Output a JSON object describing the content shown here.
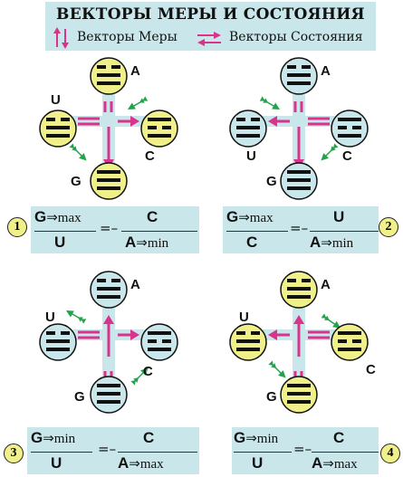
{
  "header": {
    "title": "ВЕКТОРЫ МЕРЫ И СОСТОЯНИЯ",
    "legend_measure": "Векторы Меры",
    "legend_state": "Векторы Состояния"
  },
  "colors": {
    "yellow_node": "#f0f08a",
    "blue_node": "#c9e6ea",
    "magenta_arrow": "#d9338c",
    "green_arrow": "#22a24a",
    "header_bg": "#c9e6ea"
  },
  "node_labels": {
    "a": "A",
    "u": "U",
    "c": "C",
    "g": "G"
  },
  "panels": [
    {
      "badge": "1",
      "num": {
        "sym": "G",
        "rel": "⇒max"
      },
      "den": {
        "sym": "U",
        "rel": ""
      },
      "eq": "=–",
      "rnum": {
        "sym": "C",
        "rel": ""
      },
      "rden": {
        "sym": "A",
        "rel": "⇒min"
      }
    },
    {
      "badge": "2",
      "num": {
        "sym": "G",
        "rel": "⇒max"
      },
      "den": {
        "sym": "C",
        "rel": ""
      },
      "eq": "=–",
      "rnum": {
        "sym": "U",
        "rel": ""
      },
      "rden": {
        "sym": "A",
        "rel": "⇒min"
      }
    },
    {
      "badge": "3",
      "num": {
        "sym": "G",
        "rel": "⇒min"
      },
      "den": {
        "sym": "U",
        "rel": ""
      },
      "eq": "=–",
      "rnum": {
        "sym": "C",
        "rel": ""
      },
      "rden": {
        "sym": "A",
        "rel": "⇒max"
      }
    },
    {
      "badge": "4",
      "num": {
        "sym": "G",
        "rel": "⇒min"
      },
      "den": {
        "sym": "U",
        "rel": ""
      },
      "eq": "=–",
      "rnum": {
        "sym": "C",
        "rel": ""
      },
      "rden": {
        "sym": "A",
        "rel": "⇒max"
      }
    }
  ]
}
